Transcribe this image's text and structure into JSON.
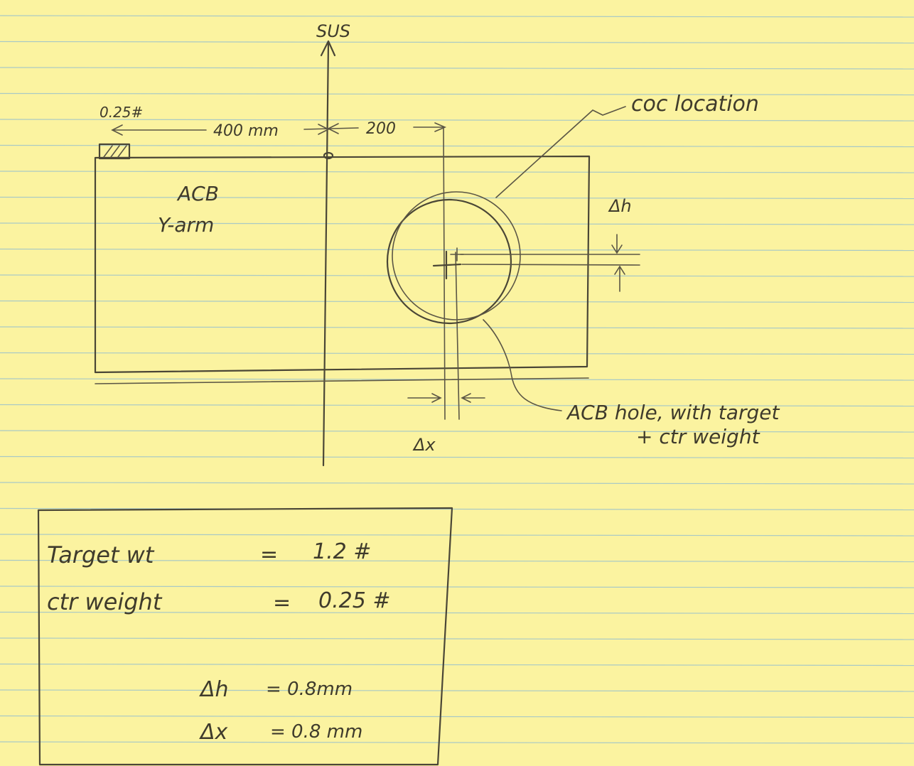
{
  "paper": {
    "background": "#fbf3a0",
    "rule_color": "#a9c9c5",
    "pencil_color": "#4a4636"
  },
  "diagram": {
    "sus_label": "SUS",
    "weight_label": "0.25#",
    "dim_left": "400 mm",
    "dim_right": "200",
    "arm_title_1": "ACB",
    "arm_title_2": "Y-arm",
    "coc_label": "coc location",
    "dh_label": "Δh",
    "dx_label": "Δx",
    "hole_label_1": "ACB hole, with target",
    "hole_label_2": "+ ctr weight"
  },
  "summary": {
    "rows": [
      {
        "label": "Target wt",
        "eq": "=",
        "value": "1.2 #"
      },
      {
        "label": "ctr weight",
        "eq": "=",
        "value": "0.25 #"
      }
    ],
    "results": [
      {
        "label": "Δh",
        "value": "= 0.8mm"
      },
      {
        "label": "Δx",
        "value": "= 0.8 mm"
      }
    ]
  }
}
